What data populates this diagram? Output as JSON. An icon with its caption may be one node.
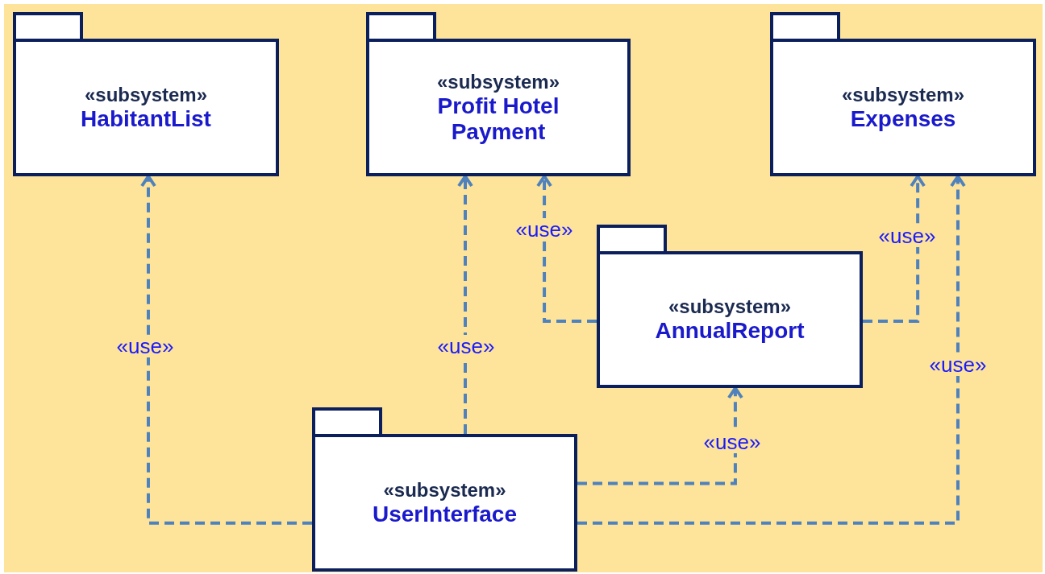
{
  "diagram": {
    "nodes": [
      {
        "text": [
          "«subsystem»",
          "HabitantList"
        ]
      },
      {
        "text": [
          "«subsystem»",
          "Profit Hotel Payment"
        ]
      },
      {
        "text": [
          "«subsystem»",
          "Expenses"
        ]
      },
      {
        "text": [
          "«subsystem»",
          "AnnualReport"
        ]
      },
      {
        "text": [
          "«subsystem»",
          "UserInterface"
        ]
      }
    ],
    "edges": [
      {
        "from": 4,
        "to": 0,
        "arrow": "to",
        "label": "«use»",
        "style": "dashed"
      },
      {
        "from": 4,
        "to": 1,
        "arrow": "to",
        "label": "«use»",
        "style": "dashed"
      },
      {
        "from": 3,
        "to": 1,
        "arrow": "to",
        "label": "«use»",
        "style": "dashed"
      },
      {
        "from": 3,
        "to": 2,
        "arrow": "to",
        "label": "«use»",
        "style": "dashed"
      },
      {
        "from": 4,
        "to": 3,
        "arrow": "to",
        "label": "«use»",
        "style": "dashed"
      },
      {
        "from": 4,
        "to": 2,
        "arrow": "to",
        "label": "«use»",
        "style": "dashed"
      }
    ]
  }
}
